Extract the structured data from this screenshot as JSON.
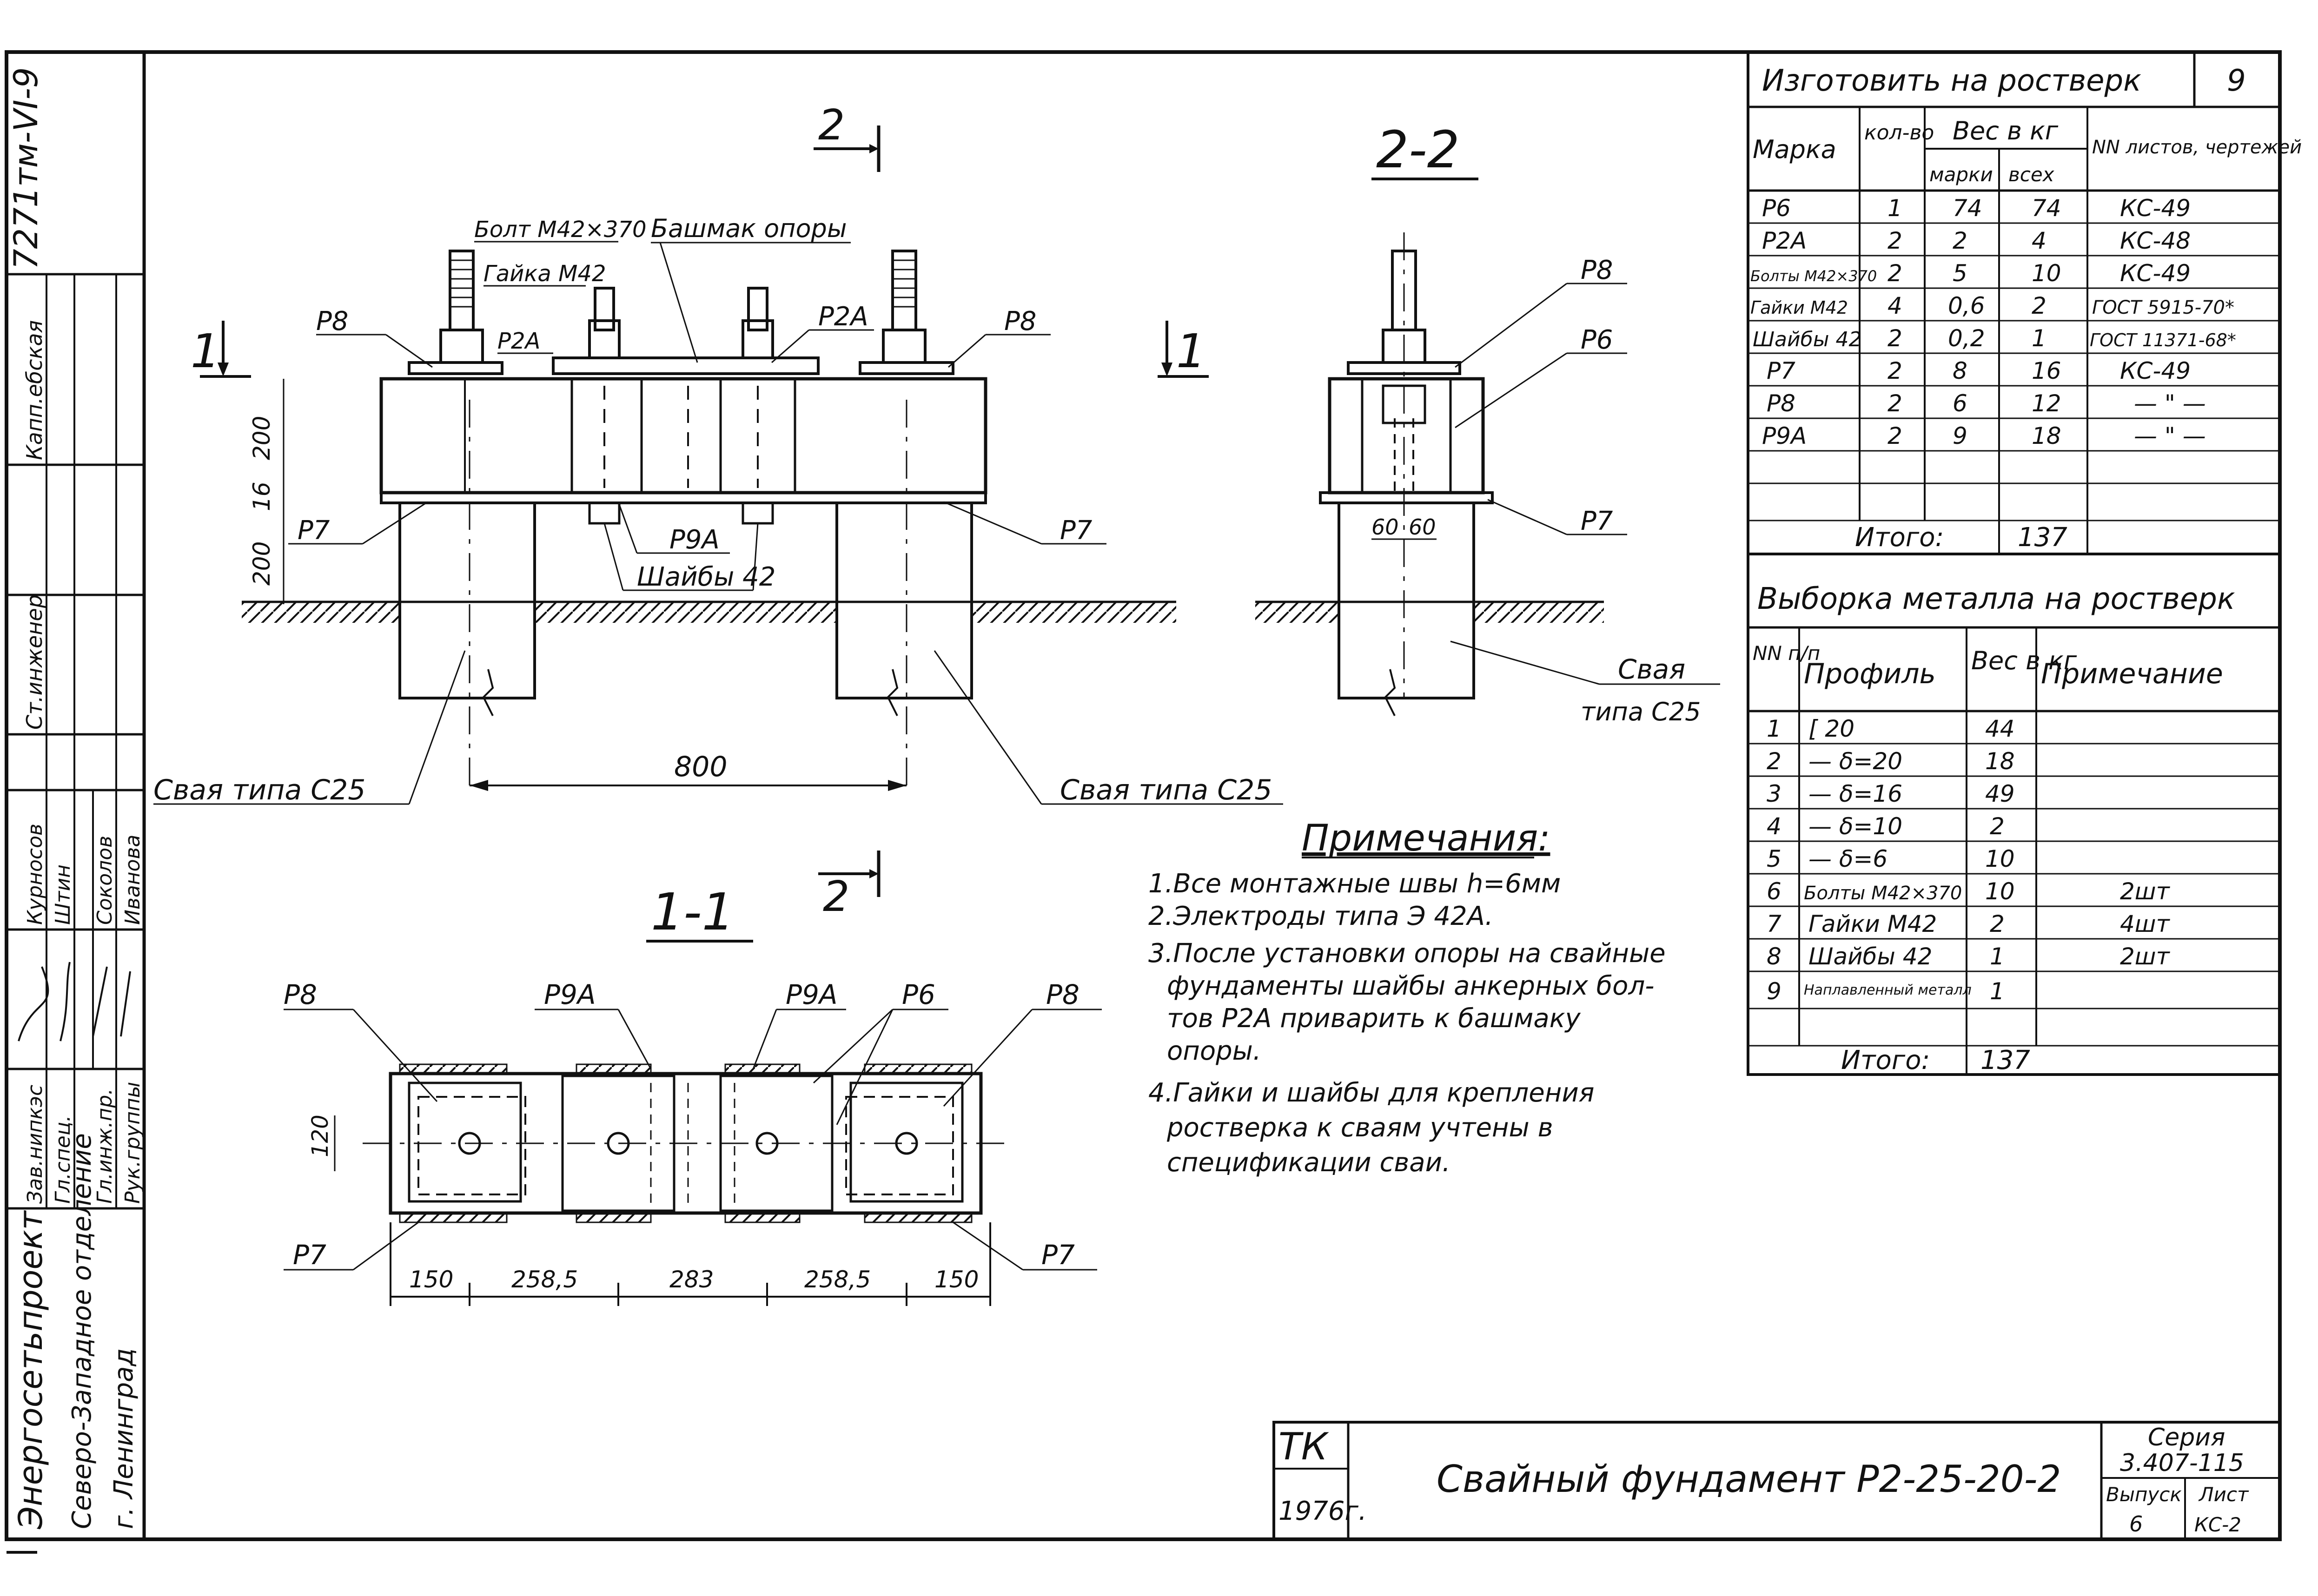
{
  "title_block": {
    "org_line1": "Энергосетьпроект",
    "org_line2": "Северо-Западное отделение",
    "org_line3": "г. Ленинград",
    "doc_number": "7271тм-VI-9",
    "roles": [
      "Зав.нипкэс",
      "Гл.спец.",
      "Гл.инж.пр.",
      "Рук.группы",
      "Ст.инженер",
      "Капп.ебская"
    ],
    "names": [
      "Курносов",
      "Штин",
      "Соколов",
      "Иванова"
    ],
    "tk": "ТК",
    "year": "1976г.",
    "drawing_title": "Свайный фундамент Р2-25-20-2",
    "series_label": "Серия",
    "series_value": "3.407-115",
    "issue_label": "Выпуск",
    "issue_value": "6",
    "sheet_label": "Лист",
    "sheet_value": "КС-2"
  },
  "views": {
    "front_section": "2",
    "section_22": "2-2",
    "section_11": "1-1",
    "cut_marker": "1",
    "dims": {
      "h1": "200",
      "h2": "16",
      "h3": "200",
      "span": "800",
      "w60a": "60",
      "w60b": "60",
      "w120": "120",
      "bottom": [
        "150",
        "258,5",
        "283",
        "258,5",
        "150"
      ]
    },
    "labels": {
      "bolt": "Болт М42×370",
      "nut": "Гайка М42",
      "shoe": "Башмак опоры",
      "p8": "Р8",
      "p2a": "Р2А",
      "p7": "Р7",
      "p9a": "Р9А",
      "p6": "Р6",
      "washers": "Шайбы 42",
      "pile": "Свая типа С25",
      "pile_a": "Свая",
      "pile_b": "типа С25"
    }
  },
  "notes": {
    "heading": "Примечания:",
    "items": [
      "1.Все монтажные швы h=6мм",
      "2.Электроды типа Э 42А.",
      "3.После установки опоры на свайные",
      "фундаменты шайбы анкерных бол-",
      "тов Р2А приварить к башмаку",
      "опоры.",
      "4.Гайки и шайбы для крепления",
      "ростверка к сваям учтены в",
      "спецификации сваи."
    ]
  },
  "spec_table": {
    "title": "Изготовить на ростверк",
    "count": "9",
    "headers": {
      "mark": "Марка",
      "qty": "кол-во",
      "weight": "Вес в кг",
      "w_mark": "марки",
      "w_all": "всех",
      "drawings": "NN листов, чертежей"
    },
    "rows": [
      [
        "Р6",
        "1",
        "74",
        "74",
        "КС-49"
      ],
      [
        "Р2А",
        "2",
        "2",
        "4",
        "КС-48"
      ],
      [
        "Болты М42×370",
        "2",
        "5",
        "10",
        "КС-49"
      ],
      [
        "Гайки М42",
        "4",
        "0,6",
        "2",
        "ГОСТ 5915-70*"
      ],
      [
        "Шайбы 42",
        "2",
        "0,2",
        "1",
        "ГОСТ 11371-68*"
      ],
      [
        "Р7",
        "2",
        "8",
        "16",
        "КС-49"
      ],
      [
        "Р8",
        "2",
        "6",
        "12",
        "— \" —"
      ],
      [
        "Р9А",
        "2",
        "9",
        "18",
        "— \" —"
      ]
    ],
    "total_label": "Итого:",
    "total_value": "137"
  },
  "metal_table": {
    "title": "Выборка металла на ростверк",
    "headers": {
      "num": "NN п/п",
      "profile": "Профиль",
      "weight": "Вес в кг",
      "note": "Примечание"
    },
    "rows": [
      [
        "1",
        "[ 20",
        "44",
        ""
      ],
      [
        "2",
        "— δ=20",
        "18",
        ""
      ],
      [
        "3",
        "— δ=16",
        "49",
        ""
      ],
      [
        "4",
        "— δ=10",
        "2",
        ""
      ],
      [
        "5",
        "— δ=6",
        "10",
        ""
      ],
      [
        "6",
        "Болты М42×370",
        "10",
        "2шт"
      ],
      [
        "7",
        "Гайки М42",
        "2",
        "4шт"
      ],
      [
        "8",
        "Шайбы 42",
        "1",
        "2шт"
      ],
      [
        "9",
        "Наплавленный металл",
        "1",
        ""
      ]
    ],
    "total_label": "Итого:",
    "total_value": "137"
  }
}
